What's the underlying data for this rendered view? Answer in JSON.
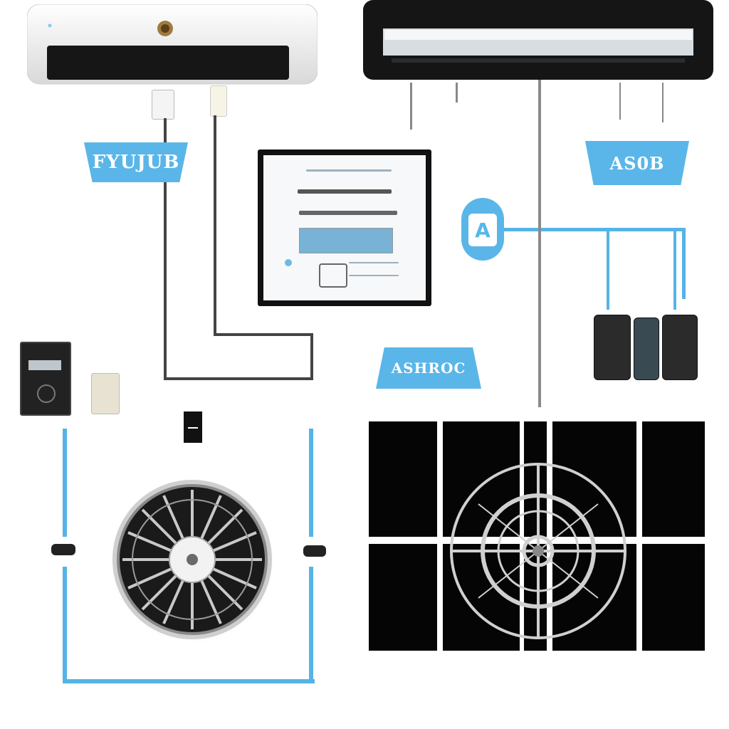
{
  "labels": {
    "left_banner": "FYUJUB",
    "right_banner": "AS0B",
    "center_banner": "ASHROC",
    "thermostat_icon": "A"
  },
  "colors": {
    "accent_blue": "#5ab6e8",
    "wire_gray": "#444444",
    "unit_white": "#f2f2f2",
    "unit_black": "#111111"
  },
  "icons": {
    "split_ac": "indoor-ac-unit-icon",
    "ceiling_unit": "ceiling-cassette-icon",
    "control_panel": "control-screen-icon",
    "thermostat": "thermostat-icon",
    "sensors": "sensor-modules-icon",
    "fan_left": "fan-icon",
    "fan_right": "outdoor-fan-unit-icon"
  }
}
